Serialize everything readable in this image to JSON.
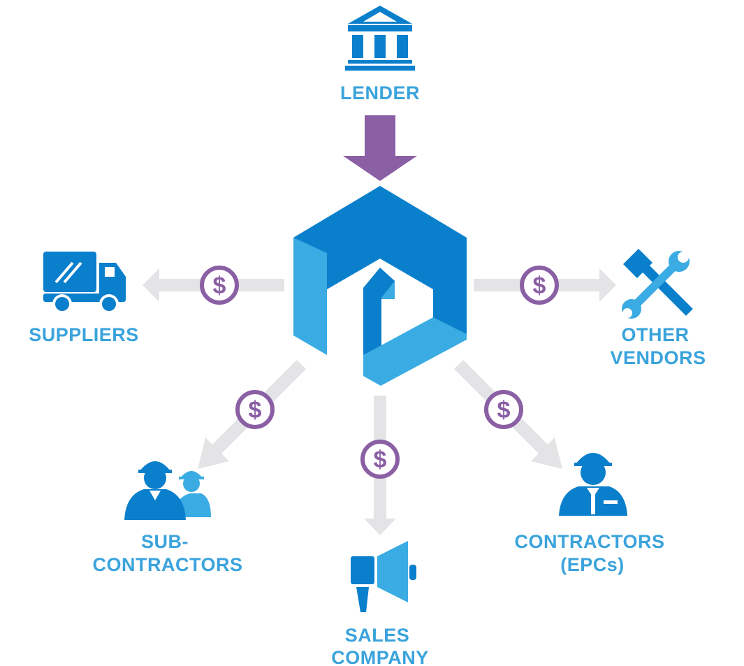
{
  "nodes": {
    "lender": {
      "label_lines": [
        "LENDER"
      ]
    },
    "suppliers": {
      "label_lines": [
        "SUPPLIERS"
      ]
    },
    "other_vendors": {
      "label_lines": [
        "OTHER",
        "VENDORS"
      ]
    },
    "sub_contractors": {
      "label_lines": [
        "SUB-",
        "CONTRACTORS"
      ]
    },
    "sales_company": {
      "label_lines": [
        "SALES",
        "COMPANY"
      ]
    },
    "contractors": {
      "label_lines": [
        "CONTRACTORS",
        "(EPCs)"
      ]
    }
  },
  "payment_symbol": "$",
  "icons": {
    "lender": "bank-icon",
    "center": "hub-logo-icon",
    "suppliers": "truck-icon",
    "other_vendors": "tools-icon",
    "sub_contractors": "workers-icon",
    "sales_company": "megaphone-icon",
    "contractors": "worker-icon"
  },
  "colors": {
    "label_blue": "#3aa3dc",
    "icon_blue": "#0a7fcc",
    "light_blue": "#3aabe3",
    "purple": "#8a5fa3",
    "arrow_gray": "#e4e4e6"
  }
}
